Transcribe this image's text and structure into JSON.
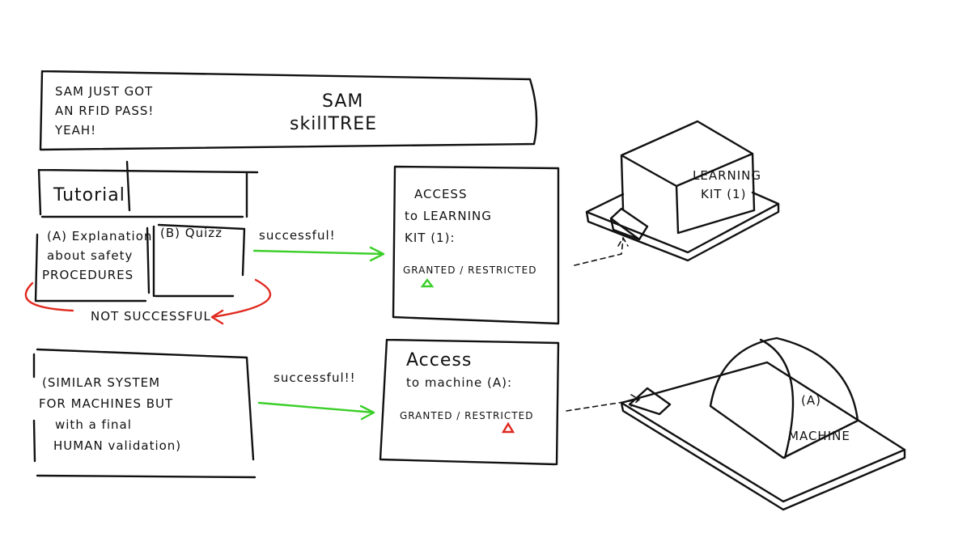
{
  "header": {
    "message_lines": [
      "SAM JUST GOT",
      "AN RFID PASS!",
      "YEAH!"
    ],
    "title_lines": [
      "SAM",
      "skillTREE"
    ]
  },
  "tutorial": {
    "title": "Tutorial",
    "step_a_lines": [
      "(A) Explanation",
      "about safety",
      "PROCEDURES"
    ],
    "step_b": "(B) Quizz",
    "success_label": "successful!",
    "fail_label": "NOT SUCCESSFUL"
  },
  "learning_access": {
    "lines": [
      "ACCESS",
      "to LEARNING",
      "KIT (1):"
    ],
    "status": "GRANTED / RESTRICTED"
  },
  "machines": {
    "lines": [
      "(SIMILAR SYSTEM",
      "FOR MACHINES BUT",
      "with a final",
      "HUMAN validation)"
    ],
    "success_label": "successful!!"
  },
  "machine_access": {
    "lines": [
      "Access",
      "to machine (A):"
    ],
    "status": "GRANTED / RESTRICTED"
  },
  "learning_kit_label": [
    "LEARNING",
    "KIT (1)"
  ],
  "machine_label": [
    "(A)",
    "MACHINE"
  ],
  "colors": {
    "ink": "#111111",
    "success": "#3ccf2a",
    "fail": "#e02a20"
  }
}
